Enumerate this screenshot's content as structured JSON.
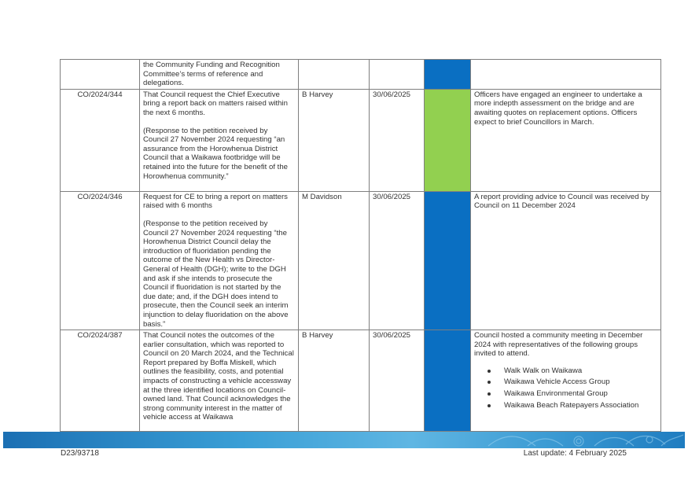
{
  "table": {
    "rows": [
      {
        "ref": "",
        "resolution": [
          "the Community Funding and Recognition Committee’s terms of reference and delegations."
        ],
        "officer": "",
        "date": "",
        "status_color": "#0a6fc2",
        "comment": [
          ""
        ]
      },
      {
        "ref": "CO/2024/344",
        "resolution": [
          "That Council request the Chief Executive bring a report back on matters raised within the next 6 months.",
          "(Response to the petition received by Council 27 November 2024 requesting “an assurance from the Horowhenua District Council that a Waikawa footbridge will be retained into the future for the benefit of the Horowhenua community.”"
        ],
        "officer": "B Harvey",
        "date": "30/06/2025",
        "status_color": "#92d050",
        "comment": [
          "Officers have engaged an engineer to undertake a more indepth assessment on the bridge and are awaiting quotes on replacement options. Officers expect to brief Councillors in March."
        ]
      },
      {
        "ref": "CO/2024/346",
        "resolution": [
          "Request for CE to bring a report on matters raised with 6 months",
          "(Response to the petition received by Council 27 November 2024 requesting “the Horowhenua District Council delay the introduction of fluoridation pending the outcome of the New Health vs Director-General of Health (DGH); write to the DGH and ask if she intends to prosecute the Council if fluoridation is not started by the due date; and, if the DGH does intend to prosecute, then the Council seek an interim injunction to delay fluoridation on the above basis.”"
        ],
        "officer": "M Davidson",
        "date": "30/06/2025",
        "status_color": "#0a6fc2",
        "comment": [
          "A report providing advice to Council was received by Council on 11 December 2024"
        ]
      },
      {
        "ref": "CO/2024/387",
        "resolution": [
          "That Council notes the outcomes of the earlier consultation, which was reported to Council on 20 March 2024, and the Technical Report prepared by Boffa Miskell, which outlines the feasibility, costs, and potential impacts of constructing a vehicle accessway at the three identified locations on Council-owned land. That Council acknowledges the strong community interest in the matter of vehicle access at Waikawa"
        ],
        "officer": "B Harvey",
        "date": "30/06/2025",
        "status_color": "#0a6fc2",
        "comment": [
          "Council hosted a community meeting in December 2024 with representatives of the following groups invited to attend."
        ],
        "comment_list": [
          "Walk Walk on Waikawa",
          "Waikawa Vehicle Access Group",
          "Waikawa Environmental Group",
          "Waikawa Beach Ratepayers Association"
        ]
      }
    ]
  },
  "footer": {
    "doc_ref": "D23/93718",
    "last_update": "Last update: 4 February 2025",
    "band_color": "#2b8bcb"
  }
}
